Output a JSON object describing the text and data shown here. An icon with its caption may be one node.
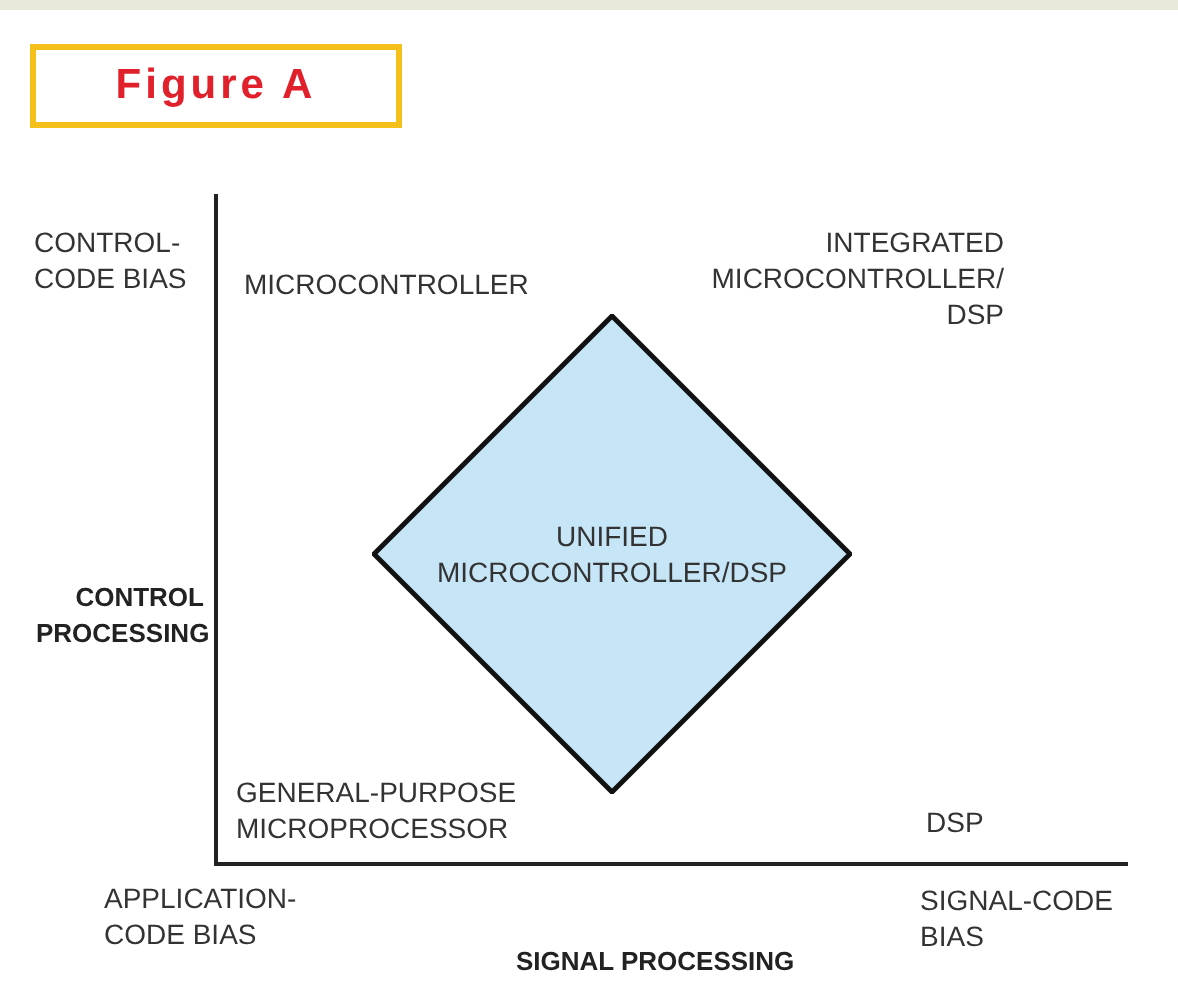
{
  "diagram": {
    "title": "Figure A",
    "nodes": [
      {
        "text": [
          "UNIFIED MICROCONTROLLER/DSP"
        ]
      }
    ],
    "labels": [
      "CONTROL- CODE BIAS",
      "MICROCONTROLLER",
      "INTEGRATED MICROCONTROLLER/ DSP",
      "CONTROL PROCESSING",
      "GENERAL-PURPOSE MICROPROCESSOR",
      "DSP",
      "APPLICATION- CODE BIAS",
      "SIGNAL-CODE BIAS",
      "SIGNAL PROCESSING"
    ]
  }
}
